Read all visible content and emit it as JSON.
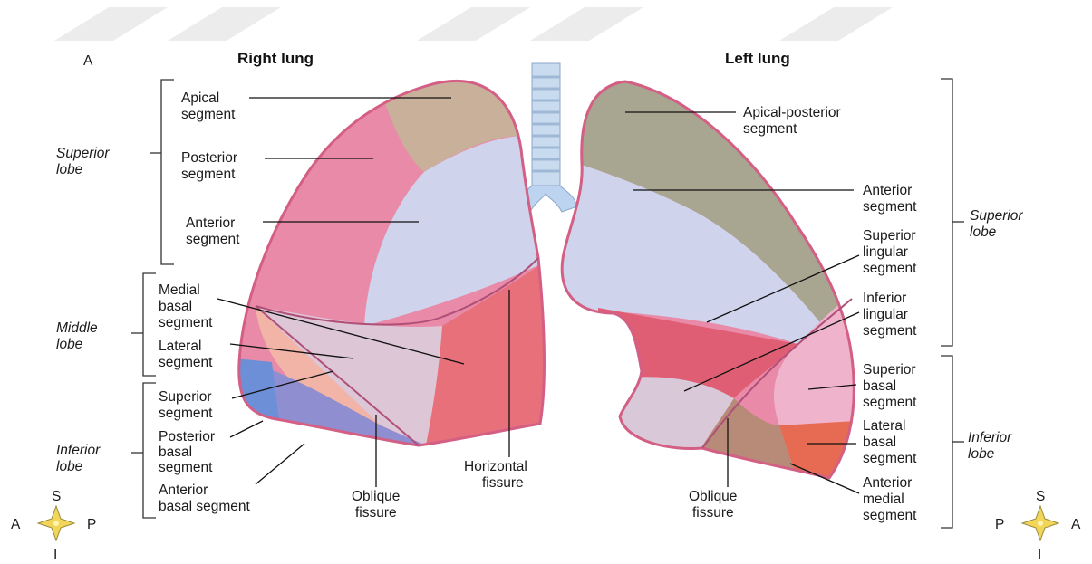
{
  "figure": {
    "panel_letter": "A",
    "right_lung_title": "Right lung",
    "left_lung_title": "Left lung"
  },
  "right_lung": {
    "segments": [
      {
        "lines": [
          "Apical",
          "segment"
        ]
      },
      {
        "lines": [
          "Posterior",
          "segment"
        ]
      },
      {
        "lines": [
          "Anterior",
          "segment"
        ]
      },
      {
        "lines": [
          "Medial",
          "basal",
          "segment"
        ]
      },
      {
        "lines": [
          "Lateral",
          "segment"
        ]
      },
      {
        "lines": [
          "Superior",
          "segment"
        ]
      },
      {
        "lines": [
          "Posterior",
          "basal",
          "segment"
        ]
      },
      {
        "lines": [
          "Anterior",
          "basal segment"
        ]
      }
    ],
    "lobes": [
      {
        "lines": [
          "Superior",
          "lobe"
        ]
      },
      {
        "lines": [
          "Middle",
          "lobe"
        ]
      },
      {
        "lines": [
          "Inferior",
          "lobe"
        ]
      }
    ],
    "fissures": [
      {
        "lines": [
          "Oblique",
          "fissure"
        ]
      },
      {
        "lines": [
          "Horizontal",
          "fissure"
        ]
      }
    ]
  },
  "left_lung": {
    "segments": [
      {
        "lines": [
          "Apical-posterior",
          "segment"
        ]
      },
      {
        "lines": [
          "Anterior",
          "segment"
        ]
      },
      {
        "lines": [
          "Superior",
          "lingular",
          "segment"
        ]
      },
      {
        "lines": [
          "Inferior",
          "lingular",
          "segment"
        ]
      },
      {
        "lines": [
          "Superior",
          "basal",
          "segment"
        ]
      },
      {
        "lines": [
          "Lateral",
          "basal",
          "segment"
        ]
      },
      {
        "lines": [
          "Anterior",
          "medial",
          "segment"
        ]
      }
    ],
    "lobes": [
      {
        "lines": [
          "Superior",
          "lobe"
        ]
      },
      {
        "lines": [
          "Inferior",
          "lobe"
        ]
      }
    ],
    "fissures": [
      {
        "lines": [
          "Oblique",
          "fissure"
        ]
      }
    ]
  },
  "compass_left": {
    "up": "S",
    "down": "I",
    "left": "A",
    "right": "P"
  },
  "compass_right": {
    "up": "S",
    "down": "I",
    "left": "P",
    "right": "A"
  },
  "colors": {
    "lung_pink": "#e98aa8",
    "apical_tan": "#c9b09a",
    "anterior_lavender": "#cfd3ec",
    "middle_red": "#e8707a",
    "basal_purple": "#8f8ed0",
    "basal_blue": "#6d8fd8",
    "apicoposterior_olive": "#a8a690",
    "lingula_red": "#e05e74",
    "inferior_lingula_grey": "#d8c8d8",
    "lateral_basal_orange": "#e76a52",
    "bronchus_blue": "#bcd4ef"
  }
}
